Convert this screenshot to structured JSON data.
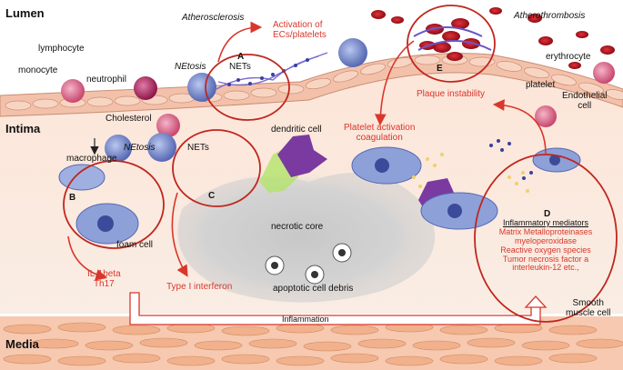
{
  "layers": {
    "lumen": "Lumen",
    "intima": "Intima",
    "media": "Media"
  },
  "labels": {
    "atherosclerosis": "Atherosclerosis",
    "atherothrombosis": "Atherothrombosis",
    "activation_ecs": "Activation of\nECs/platelets",
    "lymphocyte": "lymphocyte",
    "monocyte": "monocyte",
    "neutrophil": "neutrophil",
    "netosis_a": "NEtosis",
    "nets_a": "NETs",
    "erythrocyte": "erythrocyte",
    "platelet": "platelet",
    "endothelial_cell": "Endothelial\ncell",
    "plaque_instability": "Plaque instability",
    "cholesterol": "Cholesterol",
    "dendritic_cell": "dendritic cell",
    "netosis_c": "NEtosis",
    "nets_c": "NETs",
    "macrophage": "macrophage",
    "platelet_activation": "Platelet activation\ncoagulation",
    "foam_cell": "foam cell",
    "necrotic_core": "necrotic core",
    "apoptotic_debris": "apoptotic cell debris",
    "il1beta": "IL-1beta\nTh17",
    "type1_ifn": "Type I interferon",
    "inflammation": "Inflammation",
    "smooth_muscle": "Smooth\nmuscle cell"
  },
  "letters": {
    "A": "A",
    "B": "B",
    "C": "C",
    "D": "D",
    "E": "E"
  },
  "mediators": {
    "title": "Inflammatory mediators",
    "items": [
      "Matrix Metalloproteinases",
      "myeloperoxidase",
      "Reactive oxygen species",
      "Tumor necrosis factor a",
      "interleukin-12 etc.,"
    ]
  },
  "colors": {
    "red_text": "#d9372b",
    "circle": "#c0261d",
    "intima_bg": "#fbe7dc",
    "media_bg": "#f6c9b0",
    "endothelium": "#f3c1aa",
    "macrophage": "#8da0d8",
    "neutrophil": "#b3205e"
  }
}
